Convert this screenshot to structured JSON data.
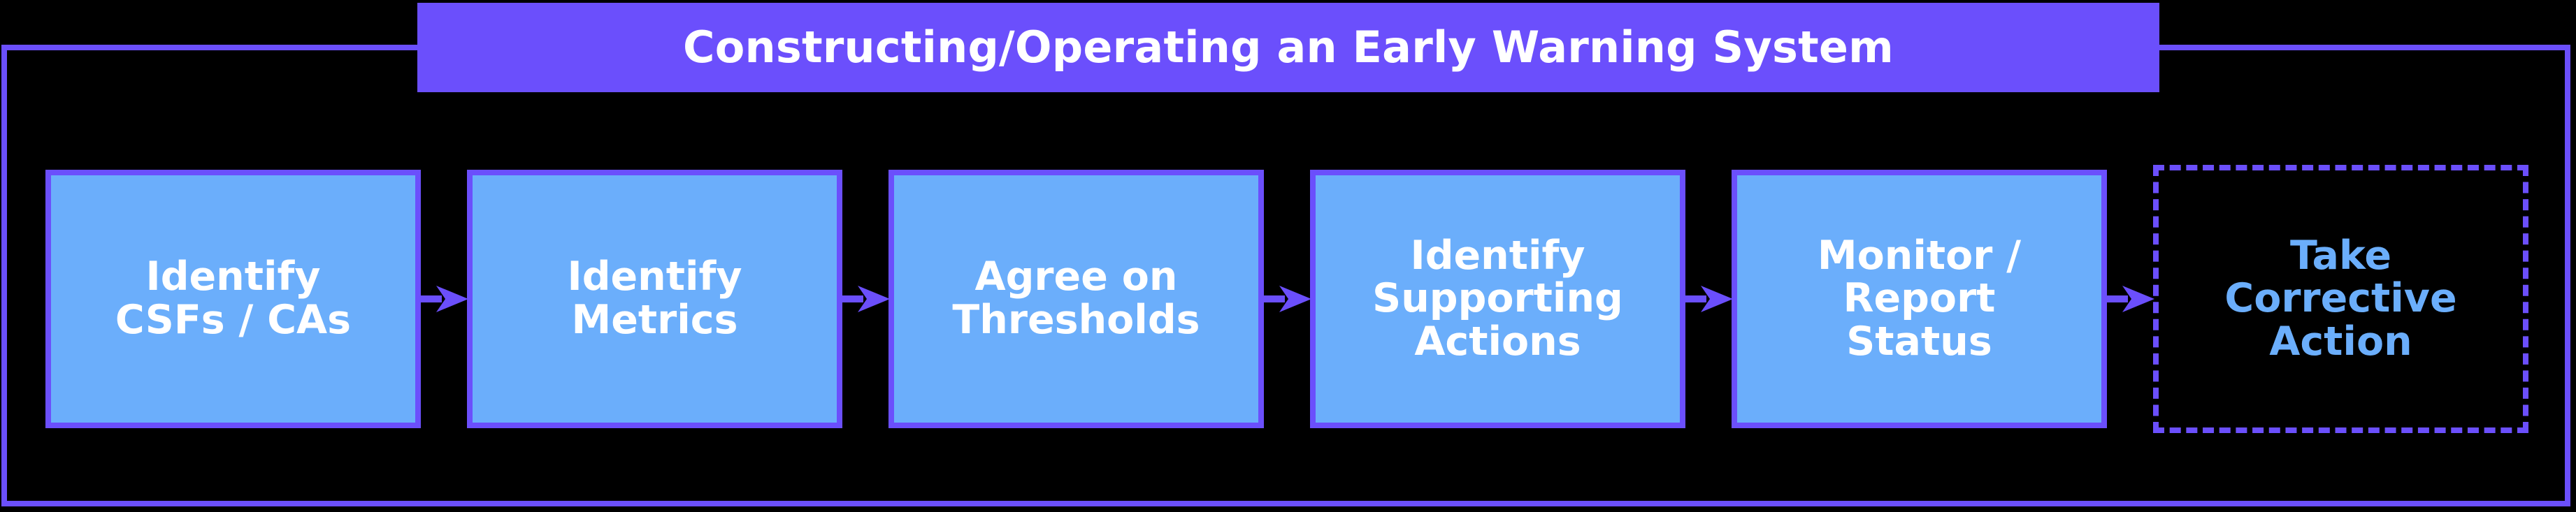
{
  "diagram": {
    "title": "Constructing/Operating an Early Warning System",
    "colors": {
      "background": "#000000",
      "frame": "#6B4FFC",
      "banner_bg": "#6B4FFC",
      "banner_text": "#FFFFFF",
      "box_fill": "#6BAEFB",
      "box_border": "#6B4FFC",
      "box_text": "#FFFFFF",
      "dashed_box_text": "#6BAEFB",
      "arrow": "#6B4FFC"
    },
    "steps": [
      {
        "label": "Identify\nCSFs / CAs",
        "style": "solid",
        "name": "identify-csfs-cas"
      },
      {
        "label": "Identify\nMetrics",
        "style": "solid",
        "name": "identify-metrics"
      },
      {
        "label": "Agree on\nThresholds",
        "style": "solid",
        "name": "agree-on-thresholds"
      },
      {
        "label": "Identify\nSupporting\nActions",
        "style": "solid",
        "name": "identify-supporting-actions"
      },
      {
        "label": "Monitor /\nReport\nStatus",
        "style": "solid",
        "name": "monitor-report-status"
      },
      {
        "label": "Take\nCorrective\nAction",
        "style": "dashed",
        "name": "take-corrective-action"
      }
    ],
    "connectors": [
      {
        "name": "arrow-1"
      },
      {
        "name": "arrow-2"
      },
      {
        "name": "arrow-3"
      },
      {
        "name": "arrow-4"
      },
      {
        "name": "arrow-5"
      }
    ]
  }
}
